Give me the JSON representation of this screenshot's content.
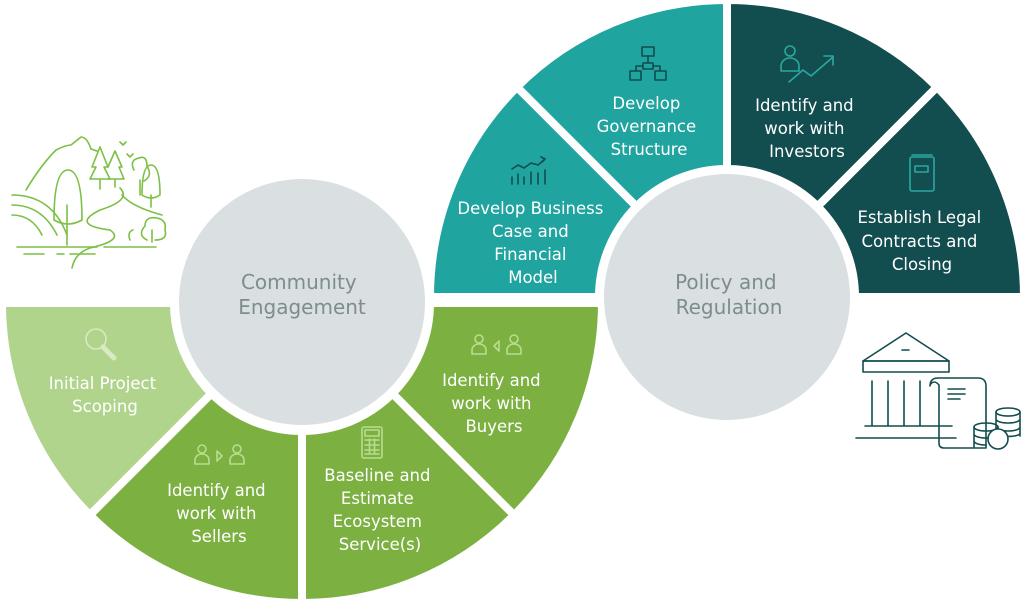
{
  "colors": {
    "light_green": "#b1d48d",
    "green": "#7cb142",
    "teal": "#1fa4a0",
    "dark_teal": "#124d4f",
    "hub_gray": "#dae0e2",
    "hub_text": "#7d8c8f"
  },
  "hubs": {
    "community": [
      "Community",
      "Engagement"
    ],
    "policy": [
      "Policy and",
      "Regulation"
    ]
  },
  "steps": {
    "scoping": {
      "lines": [
        "Initial Project",
        "Scoping"
      ],
      "icon": "magnifier-icon"
    },
    "sellers": {
      "lines": [
        "Identify and",
        "work with",
        "Sellers"
      ],
      "icon": "people-transfer-icon"
    },
    "baseline": {
      "lines": [
        "Baseline and",
        "Estimate",
        "Ecosystem",
        "Service(s)"
      ],
      "icon": "calculator-icon"
    },
    "buyers": {
      "lines": [
        "Identify and",
        "work with",
        "Buyers"
      ],
      "icon": "people-transfer-icon"
    },
    "business": {
      "lines": [
        "Develop Business",
        "Case and",
        "Financial",
        "Model"
      ],
      "icon": "line-bar-chart-icon"
    },
    "governance": {
      "lines": [
        "Develop",
        "Governance",
        "Structure"
      ],
      "icon": "org-chart-icon"
    },
    "investors": {
      "lines": [
        "Identify and",
        "work with",
        "Investors"
      ],
      "icon": "investor-growth-icon"
    },
    "legal": {
      "lines": [
        "Establish Legal",
        "Contracts and",
        "Closing"
      ],
      "icon": "book-icon"
    }
  },
  "decor": {
    "landscape": "landscape-icon",
    "bank": "bank-documents-coins-icon"
  }
}
